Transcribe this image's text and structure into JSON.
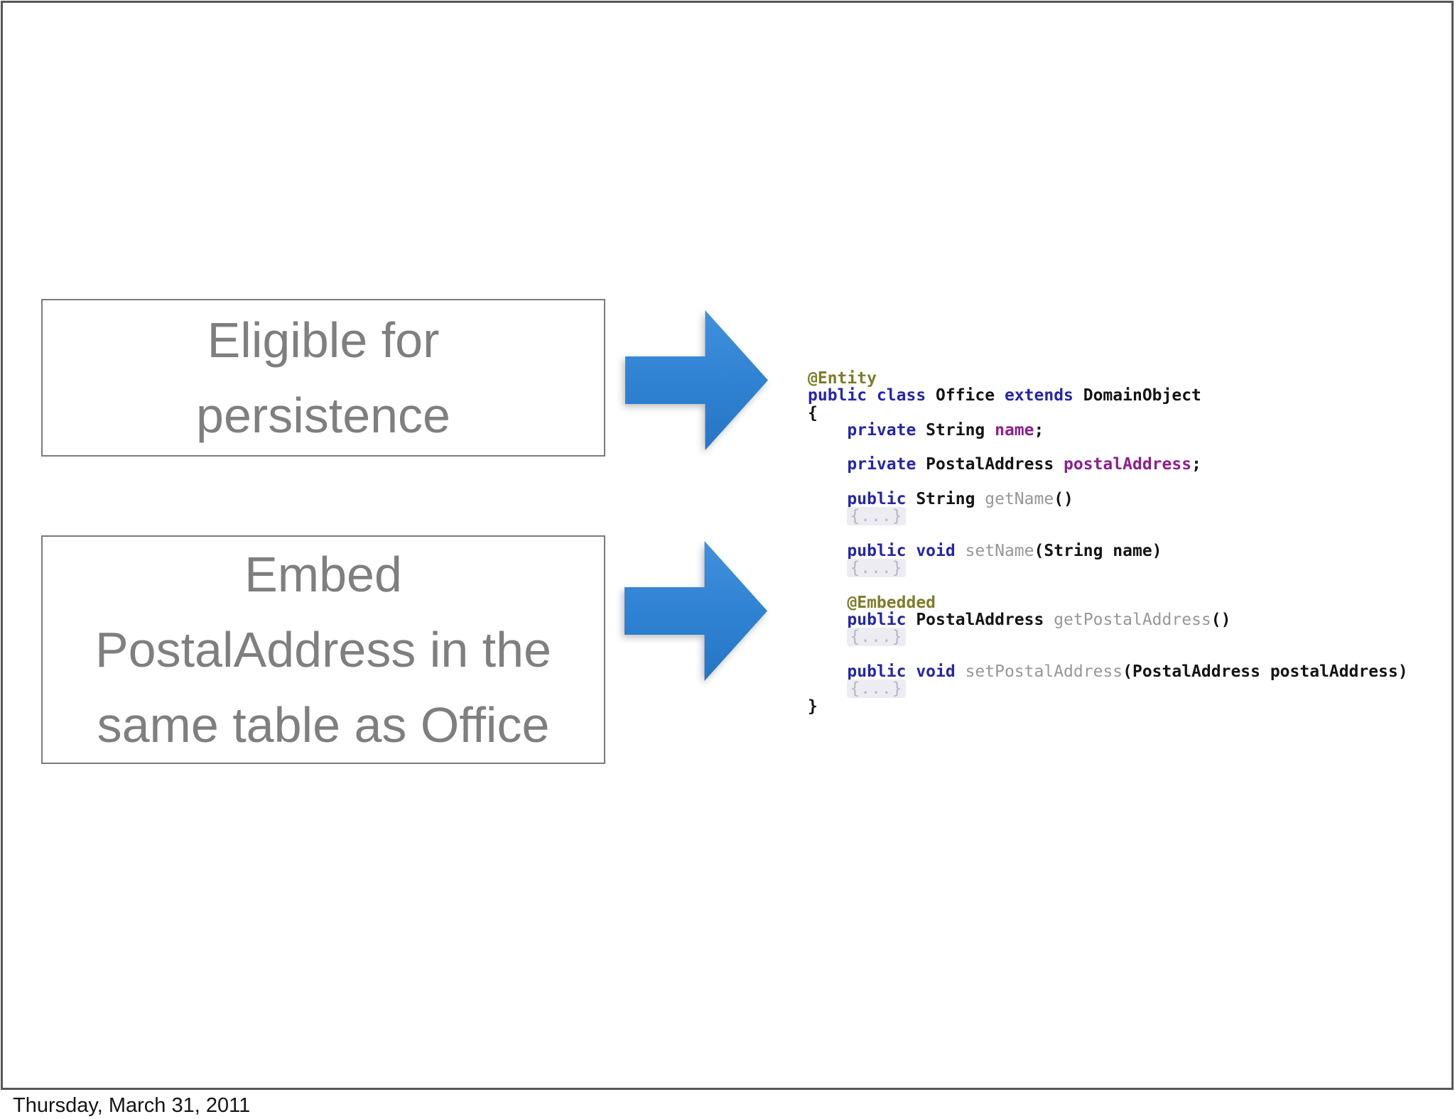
{
  "slide": {
    "background": "#ffffff",
    "border_color": "#58585a"
  },
  "callouts": [
    {
      "lines": [
        "Eligible for",
        "persistence"
      ]
    },
    {
      "lines": [
        "Embed",
        "PostalAddress in the",
        "same table as Office"
      ]
    }
  ],
  "arrows": [
    {
      "icon": "arrow-right-icon",
      "color": "#2e81d2"
    },
    {
      "icon": "arrow-right-icon",
      "color": "#2e81d2"
    }
  ],
  "footer": {
    "date": "Thursday, March 31, 2011"
  },
  "theme": {
    "slideBg": "#ffffff",
    "slideBorder": "#58585a",
    "boxBorder": "#7b7b7b",
    "boxText": "#7f7f7f",
    "arrow": "#2e81d2",
    "codePlain": "#141414",
    "codeKeyword": "#2525ad",
    "codeAnnotation": "#7d7d2b",
    "codeField": "#8d1f8f",
    "codeMethod": "#979797",
    "codeFoldText": "#b6b6c4",
    "codeFoldBg": "#ececf2"
  },
  "code": {
    "language": "java",
    "lines": [
      [
        {
          "c": "an",
          "t": "@Entity"
        }
      ],
      [
        {
          "c": "kw",
          "t": "public class"
        },
        {
          "c": "pl",
          "t": " Office "
        },
        {
          "c": "kw",
          "t": "extends"
        },
        {
          "c": "pl",
          "t": " DomainObject"
        }
      ],
      [
        {
          "c": "pl",
          "t": "{"
        }
      ],
      [
        {
          "c": "pl",
          "t": "    "
        },
        {
          "c": "kw",
          "t": "private"
        },
        {
          "c": "pl",
          "t": " String "
        },
        {
          "c": "fd",
          "t": "name"
        },
        {
          "c": "pl",
          "t": ";"
        }
      ],
      [],
      [
        {
          "c": "pl",
          "t": "    "
        },
        {
          "c": "kw",
          "t": "private"
        },
        {
          "c": "pl",
          "t": " PostalAddress "
        },
        {
          "c": "fd",
          "t": "postalAddress"
        },
        {
          "c": "pl",
          "t": ";"
        }
      ],
      [],
      [
        {
          "c": "pl",
          "t": "    "
        },
        {
          "c": "kw",
          "t": "public"
        },
        {
          "c": "pl",
          "t": " String "
        },
        {
          "c": "mt",
          "t": "getName"
        },
        {
          "c": "pl",
          "t": "()"
        }
      ],
      [
        {
          "c": "pl",
          "t": "    "
        },
        {
          "c": "fold",
          "t": "{...}"
        }
      ],
      [],
      [
        {
          "c": "pl",
          "t": "    "
        },
        {
          "c": "kw",
          "t": "public void"
        },
        {
          "c": "mt",
          "t": " setName"
        },
        {
          "c": "pl",
          "t": "(String name)"
        }
      ],
      [
        {
          "c": "pl",
          "t": "    "
        },
        {
          "c": "fold",
          "t": "{...}"
        }
      ],
      [],
      [
        {
          "c": "pl",
          "t": "    "
        },
        {
          "c": "an",
          "t": "@Embedded"
        }
      ],
      [
        {
          "c": "pl",
          "t": "    "
        },
        {
          "c": "kw",
          "t": "public"
        },
        {
          "c": "pl",
          "t": " PostalAddress "
        },
        {
          "c": "mt",
          "t": "getPostalAddress"
        },
        {
          "c": "pl",
          "t": "()"
        }
      ],
      [
        {
          "c": "pl",
          "t": "    "
        },
        {
          "c": "fold",
          "t": "{...}"
        }
      ],
      [],
      [
        {
          "c": "pl",
          "t": "    "
        },
        {
          "c": "kw",
          "t": "public void"
        },
        {
          "c": "mt",
          "t": " setPostalAddress"
        },
        {
          "c": "pl",
          "t": "(PostalAddress postalAddress)"
        }
      ],
      [
        {
          "c": "pl",
          "t": "    "
        },
        {
          "c": "fold",
          "t": "{...}"
        }
      ],
      [
        {
          "c": "pl",
          "t": "}"
        }
      ]
    ]
  }
}
